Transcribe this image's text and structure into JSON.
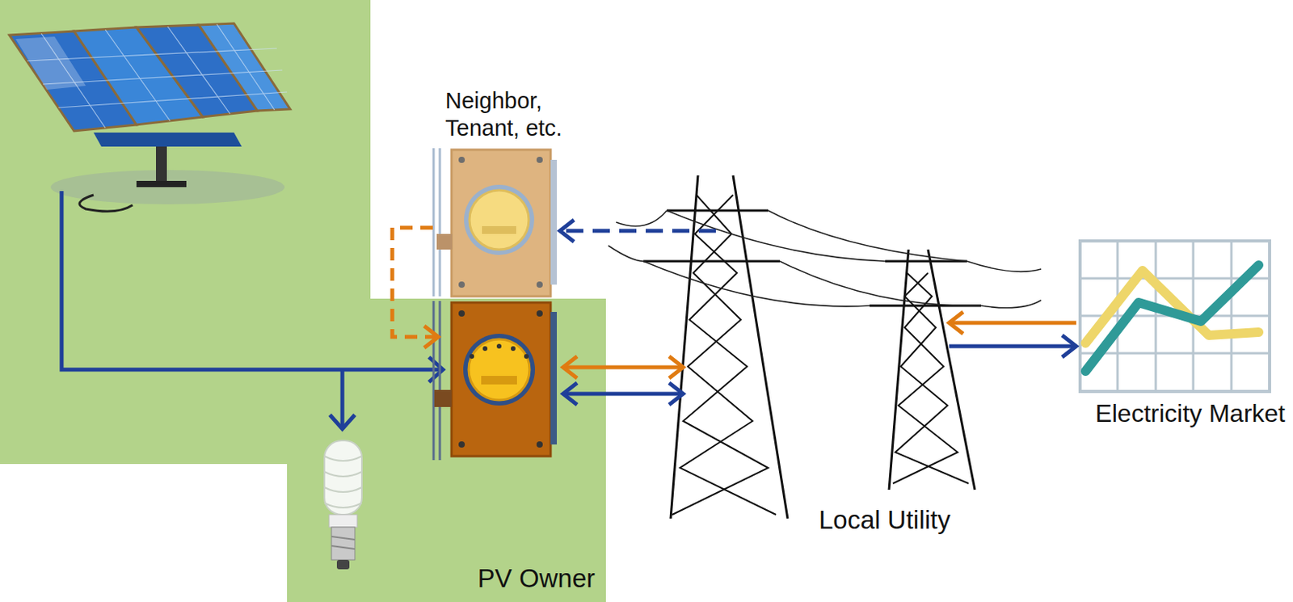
{
  "diagram": {
    "nodes": [
      {
        "text": [
          "PV Owner"
        ]
      },
      {
        "text": [
          "Neighbor, Tenant, etc."
        ]
      },
      {
        "text": [
          "Local Utility"
        ]
      },
      {
        "text": [
          "Electricity Market"
        ]
      }
    ],
    "edges": [
      {
        "from": 2,
        "to": 1,
        "arrow": "to"
      },
      {
        "from": 1,
        "to": 0,
        "arrow": "to"
      },
      {
        "from": 0,
        "to": 2,
        "arrow": "both"
      },
      {
        "from": 0,
        "to": 2,
        "arrow": "both"
      },
      {
        "from": 3,
        "to": 2,
        "arrow": "to"
      },
      {
        "from": 2,
        "to": 3,
        "arrow": "to"
      }
    ]
  }
}
